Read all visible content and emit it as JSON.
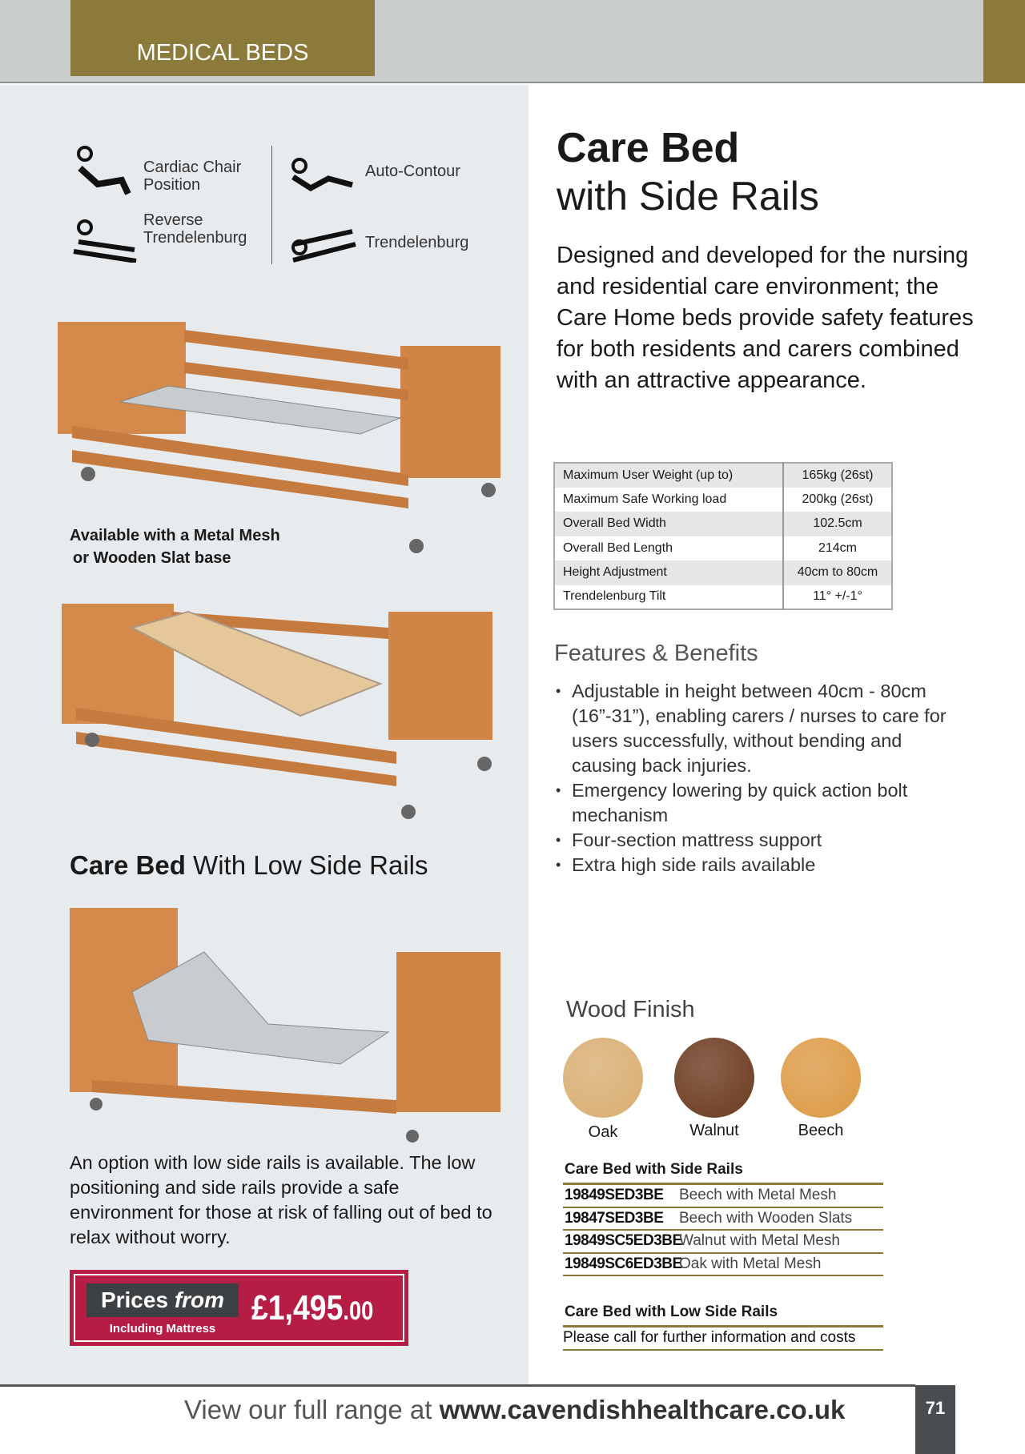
{
  "header": {
    "section": "MEDICAL BEDS"
  },
  "positions": [
    {
      "label": "Cardiac Chair Position",
      "icon": "cardiac-chair-icon"
    },
    {
      "label": "Reverse Trendelenburg",
      "icon": "reverse-trendelenburg-icon"
    },
    {
      "label": "Auto-Contour",
      "icon": "auto-contour-icon"
    },
    {
      "label": "Trendelenburg",
      "icon": "trendelenburg-icon"
    }
  ],
  "left": {
    "base_caption_1": "Available with a Metal Mesh",
    "base_caption_2": "or Wooden Slat base",
    "low_title_bold": "Care Bed",
    "low_title_rest": " With Low Side Rails",
    "low_desc": "An option with low side rails is available. The low positioning and side rails provide a safe environment for those at risk of falling out of bed to relax without worry.",
    "price": {
      "prefix": "Prices",
      "from": "from",
      "sub": "Including Mattress",
      "main": "£1,495",
      "dec": ".00"
    }
  },
  "product": {
    "title_bold": "Care Bed",
    "title_rest": "with Side Rails",
    "intro": "Designed and developed for the nursing and residential care environment; the Care Home beds provide safety features for both residents and carers combined with an attractive appearance."
  },
  "specs": [
    {
      "label": "Maximum User Weight (up to)",
      "value": "165kg (26st)"
    },
    {
      "label": "Maximum Safe Working load",
      "value": "200kg (26st)"
    },
    {
      "label": "Overall Bed Width",
      "value": "102.5cm"
    },
    {
      "label": "Overall Bed Length",
      "value": "214cm"
    },
    {
      "label": "Height Adjustment",
      "value": "40cm to 80cm"
    },
    {
      "label": "Trendelenburg Tilt",
      "value": "11° +/-1°"
    }
  ],
  "features": {
    "heading": "Features & Benefits",
    "items": [
      "Adjustable in height between 40cm - 80cm (16”-31”), enabling carers / nurses to care for users successfully, without bending and causing back injuries.",
      "Emergency lowering by quick action bolt mechanism",
      "Four-section mattress support",
      "Extra high side rails available"
    ]
  },
  "wood": {
    "heading": "Wood Finish",
    "finishes": [
      {
        "name": "Oak",
        "color": "#d9ae72"
      },
      {
        "name": "Walnut",
        "color": "#6b3a1e"
      },
      {
        "name": "Beech",
        "color": "#dc9a45"
      }
    ]
  },
  "codes": {
    "side_rails_heading": "Care Bed with Side Rails",
    "rows": [
      {
        "code": "19849SED3BE",
        "desc": "Beech with Metal Mesh"
      },
      {
        "code": "19847SED3BE",
        "desc": "Beech with Wooden Slats"
      },
      {
        "code": "19849SC5ED3BE",
        "desc": "Walnut with Metal Mesh"
      },
      {
        "code": "19849SC6ED3BE",
        "desc": "Oak with Metal Mesh"
      }
    ],
    "low_heading": "Care Bed with Low Side Rails",
    "low_text": "Please call for further information and costs"
  },
  "footer": {
    "prefix": "View our full range at ",
    "url": "www.cavendishhealthcare.co.uk",
    "page": "71"
  }
}
